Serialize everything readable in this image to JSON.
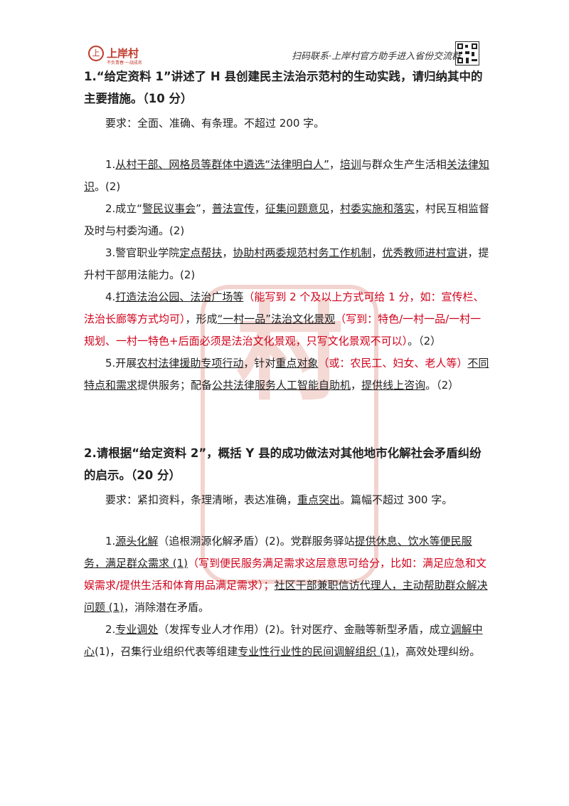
{
  "header": {
    "seal": "上",
    "brand": "上岸村",
    "slogan": "不负青春·一战成名",
    "right_text": "扫码联系·上岸村官方助手进入省份交流群"
  },
  "watermark": "村",
  "q1": {
    "title": "1.“给定资料 1”讲述了 H 县创建民主法治示范村的生动实践，请归纳其中的主要措施。（10 分）",
    "requirement": "要求：全面、准确、有条理。不超过 200 字。",
    "a1": {
      "t1": "1.",
      "u1": "从村干部、网格员等群体中遴选“法律明白人”",
      "t2": "，",
      "u2": "培训",
      "t3": "与群众生产生活相",
      "u3": "关法律知识",
      "t4": "。(2)"
    },
    "a2": {
      "t1": "2.成立“",
      "u1": "警民议事会",
      "t2": "”，",
      "u2": "普法宣传",
      "t3": "，",
      "u3": "征集问题意见",
      "t4": "，",
      "u4": "村委实施和落实",
      "t5": "，村民互相监督及时与村委沟通。(2)"
    },
    "a3": {
      "t1": "3.警官职业学院",
      "u1": "定点帮扶",
      "t2": "，",
      "u2": "协助村两委规范村务工作机制",
      "t3": "，",
      "u3": "优秀教师进村宣讲",
      "t4": "，提升村干部用法能力。(2)"
    },
    "a4": {
      "t1": "4.",
      "u1": "打造法治公园、法治广场等",
      "r1": "（能写到 2 个及以上方式可给 1 分，如：宣传栏、法治长廊等方式均可）",
      "t2": "，形成",
      "u2": "“一村一品”法治文化景观",
      "r2": "（写到：特色/一村一品/一村一规划、一村一特色+后面必须是法治文化景观，只写文化景观不可以）",
      "t3": "。（2）"
    },
    "a5": {
      "t1": "5.开展",
      "u1": "农村法律援助专项行动",
      "t2": "，针对",
      "u2": "重点对象",
      "r1": "（或：农民工、妇女、老人等）",
      "u3": "不同特点和需求",
      "t3": "提供服务；配备",
      "u4": "公共法律服务人工智能自助机",
      "t4": "，",
      "u5": "提供线上咨询",
      "t5": "。（2）"
    }
  },
  "q2": {
    "title": "2.请根据“给定资料 2”，概括 Y 县的成功做法对其他地市化解社会矛盾纠纷的启示。（20 分）",
    "requirement": {
      "t1": "要求：紧扣资料，条理清晰，表达准确，",
      "u1": "重点突出",
      "t2": "。篇幅不超过 300 字。"
    },
    "a1": {
      "t1": "1.",
      "u1": "源头化解",
      "t2": "（追根溯源化解矛盾）(2)。党群服务驿站",
      "u2": "提供休息、饮水等便民服务，满足群众需求 (1)",
      "r1": "（写到便民服务满足需求这层意思可给分，",
      "t3": "比如：满足应急和文娱需求/提供生活和体育用品满足需求）；",
      "u3": "社区干部兼职信访代理人，主动帮助群众解决问题 (1)",
      "t4": "，消除潜在矛盾。"
    },
    "a2": {
      "t1": "2.",
      "u1": "专业调处",
      "t2": "（发挥专业人才作用）(2)。针对医疗、金融等新型矛盾，成立",
      "u2": "调解中心",
      "t3": "(1)，召集行业组织代表等组建",
      "u3": "专业性行业性的民间调解组织 (1)",
      "t4": "，高效处理纠纷。"
    }
  }
}
